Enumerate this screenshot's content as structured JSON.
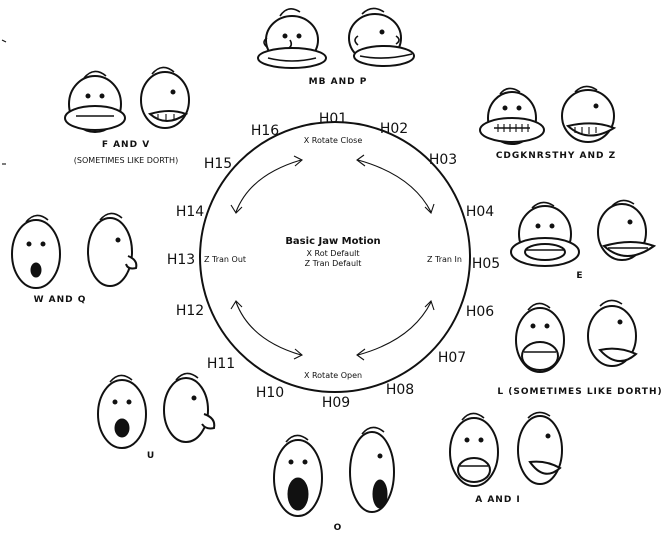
{
  "diagram": {
    "title": "Basic Jaw Motion",
    "center_lines": [
      "X Rot Default",
      "Z Tran Default"
    ],
    "axis_labels": {
      "top": "X Rotate Close",
      "bottom": "X Rotate Open",
      "left": "Z Tran Out",
      "right": "Z Tran In"
    },
    "positions": [
      "H01",
      "H02",
      "H03",
      "H04",
      "H05",
      "H06",
      "H07",
      "H08",
      "H09",
      "H10",
      "H11",
      "H12",
      "H13",
      "H14",
      "H15",
      "H16"
    ]
  },
  "mouth_shapes": [
    {
      "id": "mbp",
      "caption": "MB AND P"
    },
    {
      "id": "cdg",
      "caption": "CDGKNRSTHY AND Z"
    },
    {
      "id": "e",
      "caption": "E"
    },
    {
      "id": "l",
      "caption": "L (SOMETIMES LIKE DORTH)"
    },
    {
      "id": "ai",
      "caption": "A AND I"
    },
    {
      "id": "o",
      "caption": "O"
    },
    {
      "id": "u",
      "caption": "U"
    },
    {
      "id": "wq",
      "caption": "W AND Q"
    },
    {
      "id": "fv",
      "caption": "F AND V"
    },
    {
      "id": "fv_note",
      "caption": "(SOMETIMES LIKE DORTH)"
    }
  ]
}
